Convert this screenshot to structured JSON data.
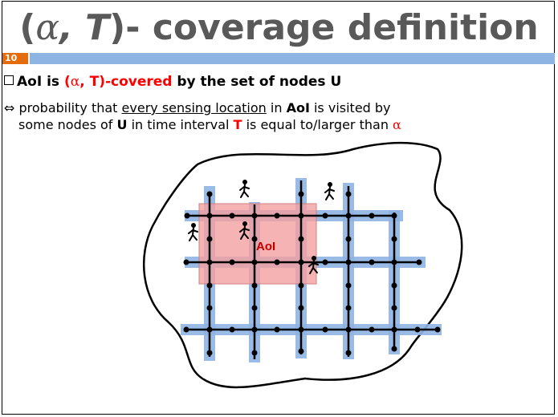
{
  "slide": {
    "title_open": "(",
    "title_alpha": "α",
    "title_comma": ",",
    "title_t": "T",
    "title_close": ")- coverage definition",
    "number": "10",
    "colors": {
      "title": "#595959",
      "accent_orange": "#e46c0a",
      "accent_blue": "#8eb4e3",
      "highlight_red": "#ff0000",
      "road": "#8eb4e3",
      "aoi_fill": "#f4a0a0",
      "aoi_label": "#c00000"
    }
  },
  "statement": {
    "checkbox_icon": "checkbox-icon",
    "lead": "AoI is ",
    "paren_open": "(",
    "alpha": "α",
    "covered_rest": ", T)-covered",
    "tail": " by the set of nodes U"
  },
  "definition": {
    "arrow": "⇔",
    "part1": " probability that ",
    "underlined": "every sensing location",
    "part2": " in ",
    "aoi": "AoI",
    "part3": " is visited by",
    "part4": "some nodes of ",
    "u": "U",
    "part5": " in time interval ",
    "t": "T",
    "part6": " is equal to/larger than ",
    "alpha": "α"
  },
  "diagram": {
    "aoi_label": "AoI"
  }
}
